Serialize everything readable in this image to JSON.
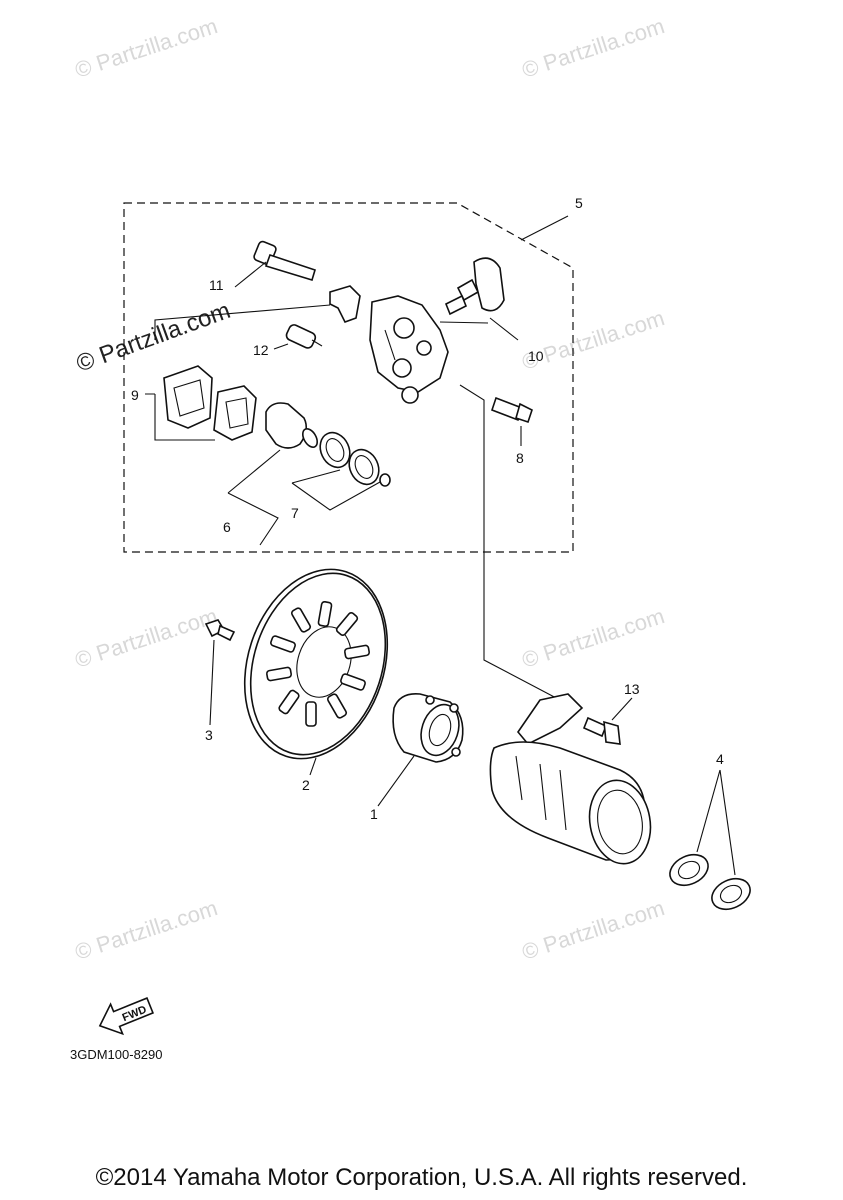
{
  "watermark": "© Partzilla.com",
  "callouts": {
    "c1": "1",
    "c2": "2",
    "c3": "3",
    "c4": "4",
    "c5": "5",
    "c6": "6",
    "c7": "7",
    "c8": "8",
    "c9": "9",
    "c10": "10",
    "c11": "11",
    "c12": "12",
    "c13": "13"
  },
  "fwd_label": "FWD",
  "diagram_code": "3GDM100-8290",
  "copyright": "©2014 Yamaha Motor Corporation, U.S.A. All rights reserved."
}
